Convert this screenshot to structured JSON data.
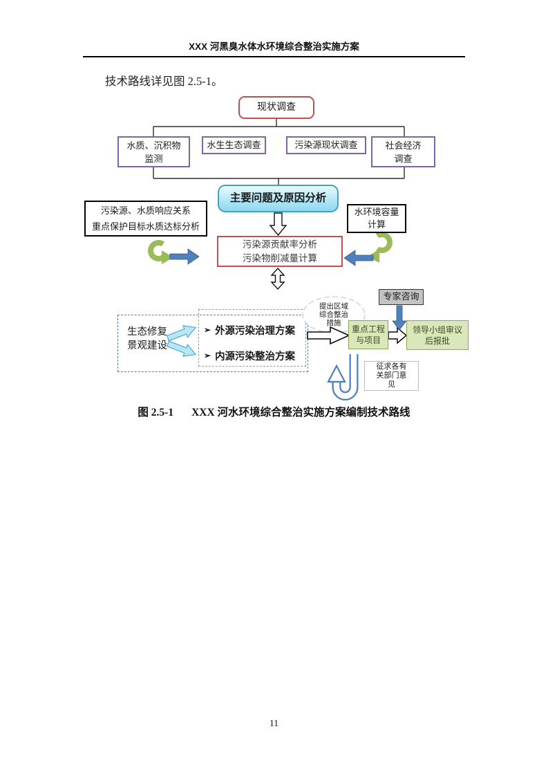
{
  "page": {
    "header_title": "XXX 河黑臭水体水环境综合整治实施方案",
    "intro_text": "技术路线详见图 2.5-1。",
    "caption_label": "图 2.5-1",
    "caption_title": "XXX 河水环境综合整治实施方案编制技术路线",
    "page_number": "11"
  },
  "flowchart": {
    "nodes": {
      "status_survey": "现状调查",
      "water_sediment": "水质、沉积物\n监测",
      "aquatic_ecology": "水生生态调查",
      "pollution_survey": "污染源现状调查",
      "socioeconomic": "社会经济\n调查",
      "main_problem": "主要问题及原因分析",
      "response_relation": "污染源、水质响应关系\n重点保护目标水质达标分析",
      "capacity": "水环境容量\n计算",
      "contribution": "污染源贡献率分析\n污染物削减量计算",
      "eco_restore": "生态修复\n景观建设",
      "bullet": "➢",
      "external_plan": "外源污染治理方案",
      "internal_plan": "内源污染整治方案",
      "cloud_measures": "提出区域\n综合整治\n措施",
      "expert_consult": "专家咨询",
      "key_projects": "重点工程\n与项目",
      "leader_approval": "领导小组审议\n后报批",
      "solicit_opinions": "征求各有\n关部门意\n见"
    },
    "colors": {
      "red_border": "#C0504D",
      "purple_border": "#8064A2",
      "cyan_fill": "#A5E2F4",
      "cyan_border": "#3FA2C4",
      "green_box_fill": "#DAE7BB",
      "green_box_border": "#8CA653",
      "gray_fill": "#C3C3C3",
      "blue_arrow": "#4F81BD",
      "green_arrow": "#9BBB59",
      "cyan_arrow": "#B7E7F6",
      "dash_border_blue": "#4A7EBB"
    }
  }
}
